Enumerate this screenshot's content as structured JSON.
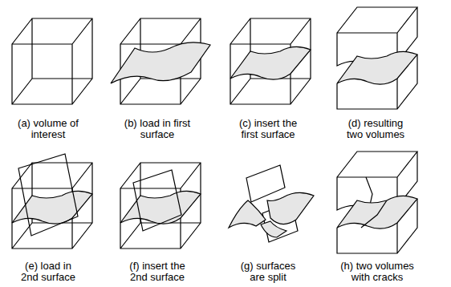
{
  "diagram": {
    "labels": [
      "(a) volume of interest",
      "(b) load in first surface",
      "(c) insert the first surface",
      "(d) resulting two volumes",
      "(e) load in 2nd surface",
      "(f) insert the 2nd surface",
      "(g) surfaces are split",
      "(h) two volumes with cracks"
    ]
  }
}
